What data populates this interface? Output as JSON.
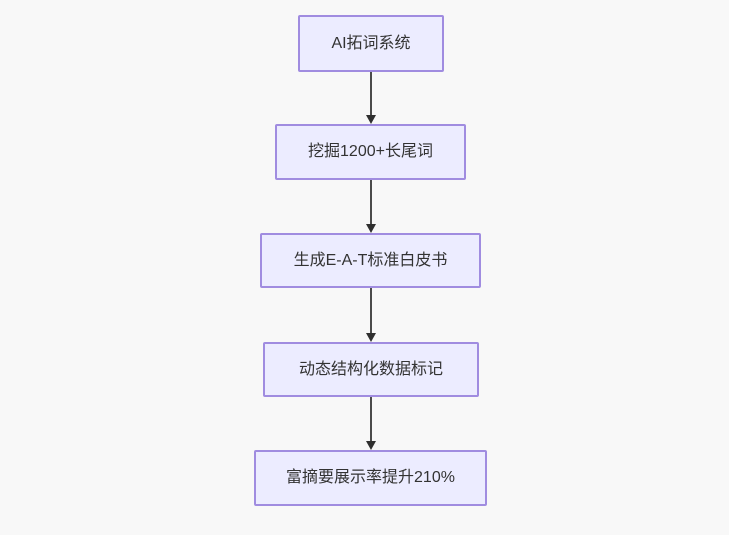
{
  "diagram": {
    "type": "flowchart",
    "direction": "top-down",
    "colors": {
      "background": "#f8f8f8",
      "node_fill": "#ececff",
      "node_border": "#a08ce0",
      "node_text": "#333333",
      "arrow_line": "#4b4b4b",
      "arrow_head": "#2f2f2f"
    },
    "nodes": [
      {
        "id": "A",
        "label": "AI拓词系统"
      },
      {
        "id": "B",
        "label": "挖掘1200+长尾词"
      },
      {
        "id": "C",
        "label": "生成E-A-T标准白皮书"
      },
      {
        "id": "D",
        "label": "动态结构化数据标记"
      },
      {
        "id": "E",
        "label": "富摘要展示率提升210%"
      }
    ],
    "edges": [
      {
        "from": "A",
        "to": "B"
      },
      {
        "from": "B",
        "to": "C"
      },
      {
        "from": "C",
        "to": "D"
      },
      {
        "from": "D",
        "to": "E"
      }
    ]
  }
}
